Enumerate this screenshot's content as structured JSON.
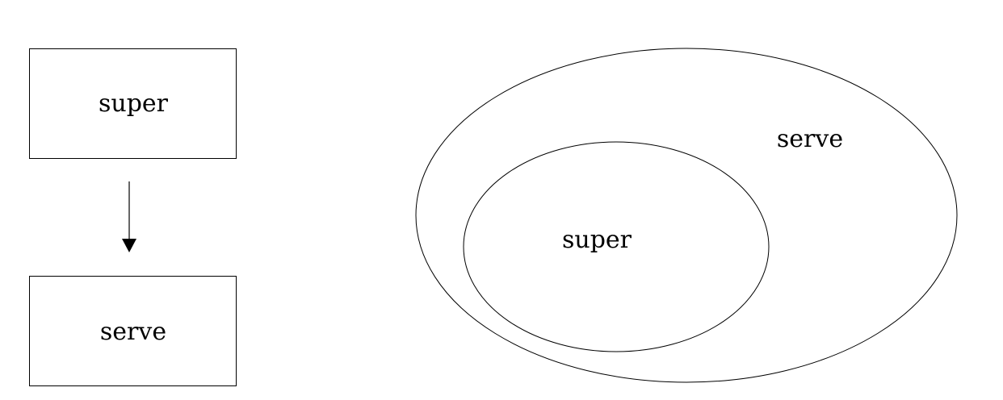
{
  "flow_diagram": {
    "top_box_label": "super",
    "bottom_box_label": "serve"
  },
  "nested_diagram": {
    "outer_ellipse_label": "serve",
    "inner_ellipse_label": "super"
  },
  "colors": {
    "stroke": "#000000",
    "background": "#ffffff"
  }
}
